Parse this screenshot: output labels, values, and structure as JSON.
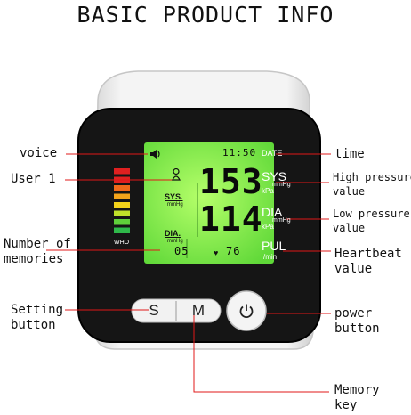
{
  "title": "BASIC PRODUCT INFO",
  "labels": {
    "voice": "voice",
    "user": "User 1",
    "memories": "Number of\nmemories",
    "setting": "Setting\nbutton",
    "time": "time",
    "high_pressure": "High pressure\nvalue",
    "low_pressure": "Low pressure\nvalue",
    "heartbeat": "Heartbeat\nvalue",
    "power": "power\nbutton",
    "memory_key": "Memory\nkey"
  },
  "lcd": {
    "time": "11:50",
    "date": "DATE",
    "sys_label": "SYS",
    "sys_unit_1": "mmHg",
    "sys_unit_2": "kPa",
    "sys_value": "153",
    "dia_label": "DIA",
    "dia_unit_1": "mmHg",
    "dia_unit_2": "kPa",
    "dia_value": "114",
    "pul_label": "PUL",
    "pul_unit": "/min",
    "pul_value": "76",
    "memory_count": "05",
    "sys_small": "SYS.",
    "sys_small_unit": "mmHg",
    "dia_small": "DIA.",
    "dia_small_unit": "mmHg",
    "who": "WHO"
  },
  "buttons": {
    "s": "S",
    "m": "M"
  },
  "colors": {
    "lcd_green": "#7dea45",
    "device_black": "#161616",
    "who_bars": [
      "#e02020",
      "#e02020",
      "#ef6a1a",
      "#f3a41a",
      "#f3d21a",
      "#bfe02a",
      "#5fcf3a",
      "#2fb84a"
    ]
  },
  "icons": [
    "speaker-icon",
    "user-icon",
    "heart-icon",
    "power-icon"
  ]
}
